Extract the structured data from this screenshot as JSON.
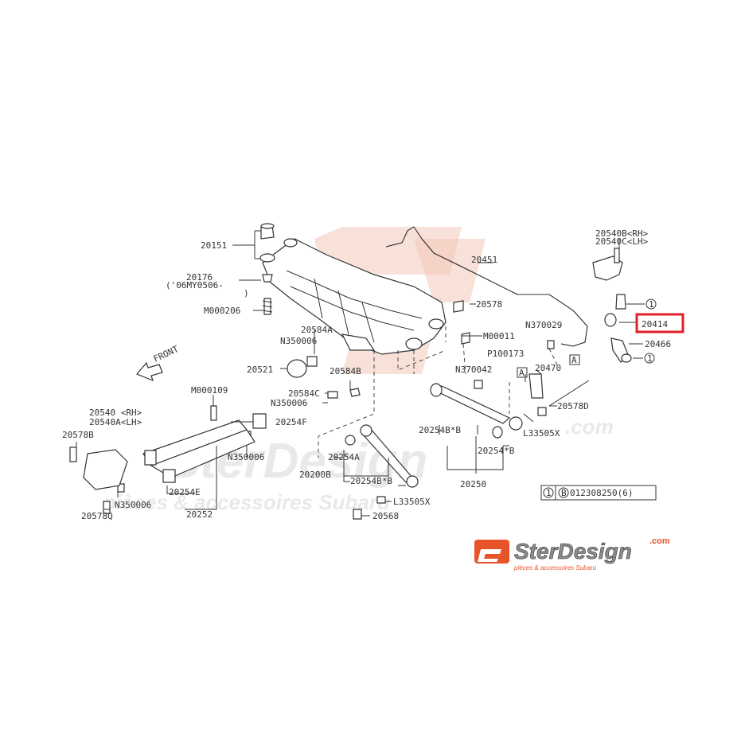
{
  "labels": {
    "l20151": "20151",
    "l20176": "20176",
    "l20176b": "('06MY0506-",
    "l20176c": ")",
    "lM000206": "M000206",
    "l20451": "20451",
    "l20578": "20578",
    "l20584A": "20584A",
    "lN350006a": "N350006",
    "lM00011": "M00011",
    "lN370029": "N370029",
    "l20540B": "20540B<RH>",
    "l20540C": "20540C<LH>",
    "l20414": "20414",
    "l20466": "20466",
    "l20521": "20521",
    "l20584B": "20584B",
    "lP100173": "P100173",
    "lN370042": "N370042",
    "l20470": "20470",
    "lA1": "A",
    "lA2": "A",
    "l20584C": "20584C",
    "lN350006b": "N350006",
    "lM000109": "M000109",
    "l20578D": "20578D",
    "l20540": "20540 <RH>",
    "l20540A": "20540A<LH>",
    "l20254F": "20254F",
    "l20254BB1": "20254B*B",
    "lL33505X1": "L33505X",
    "l20578B": "20578B",
    "lN350006c": "N350006",
    "l20254A": "20254A",
    "l20254B2": "20254*B",
    "l20200B": "20200B",
    "l20254BB2": "20254B*B",
    "l20250": "20250",
    "lN350006d": "N350006",
    "l20254E": "20254E",
    "l20578Q": "20578Q",
    "l20252": "20252",
    "lL33505X2": "L33505X",
    "l20568": "20568",
    "legend_1": "1",
    "legend_B": "B",
    "legend_code": "012308250(6)",
    "circle1a": "1",
    "circle1b": "1",
    "front": "FRONT",
    "wm_main": "SterDesign",
    "wm_com": ".com",
    "wm_sub": "pièces & accessoires Subaru",
    "logo_main": "SterDesign",
    "logo_com": ".com",
    "logo_sub": "pièces & accessoires Subaru"
  },
  "highlight": {
    "part": "20414",
    "color": "#e0202a"
  },
  "colors": {
    "brand": "#e8542a",
    "ink": "#333333",
    "watermark": "#f3c9b8"
  }
}
